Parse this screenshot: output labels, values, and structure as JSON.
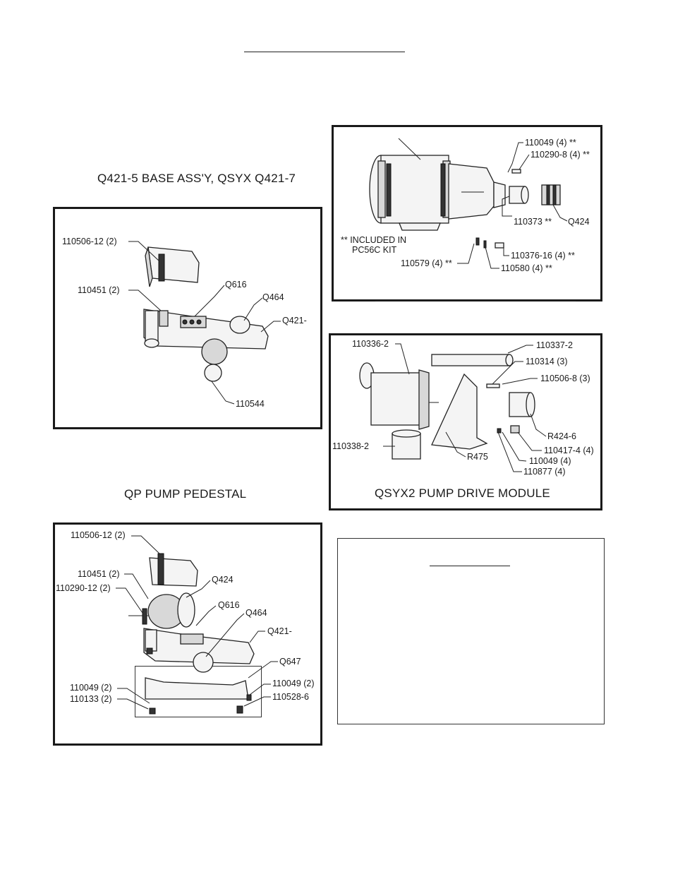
{
  "page": {
    "top_rule": "",
    "captions": {
      "base_assy": "Q421-5 BASE ASS'Y, QSYX Q421-7",
      "pedestal": "QP PUMP PEDESTAL",
      "drive_module": "QSYX2 PUMP DRIVE MODULE"
    }
  },
  "motor_panel": {
    "labels": {
      "l1": "110049 (4) **",
      "l2": "110290-8 (4) **",
      "l3": "110373 **",
      "l4": "Q424",
      "l5": "** INCLUDED IN",
      "l6": "PC56C KIT",
      "l7": "110376-16 (4) **",
      "l8": "110579 (4) **",
      "l9": "110580 (4) **"
    }
  },
  "base_panel": {
    "labels": {
      "l1": "110506-12 (2)",
      "l2": "110451 (2)",
      "l3": "Q616",
      "l4": "Q464",
      "l5": "Q421-",
      "l6": "110544"
    }
  },
  "drive_panel": {
    "labels": {
      "l1": "110336-2",
      "l2": "110337-2",
      "l3": "110314 (3)",
      "l4": "110506-8 (3)",
      "l5": "R424-6",
      "l6": "110338-2",
      "l7": "110417-4 (4)",
      "l8": "110049 (4)",
      "l9": "R475",
      "l10": "110877 (4)"
    }
  },
  "pedestal_panel": {
    "labels": {
      "l1": "110506-12 (2)",
      "l2": "110451 (2)",
      "l3": "Q424",
      "l4": "110290-12 (2)",
      "l5": "Q616",
      "l6": "Q464",
      "l7": "Q421-",
      "l8": "Q647",
      "l9": "110049 (2)",
      "l10": "110133 (2)",
      "l11": "110049 (2)",
      "l12": "110528-6"
    }
  },
  "notes_box": {
    "heading": ""
  }
}
